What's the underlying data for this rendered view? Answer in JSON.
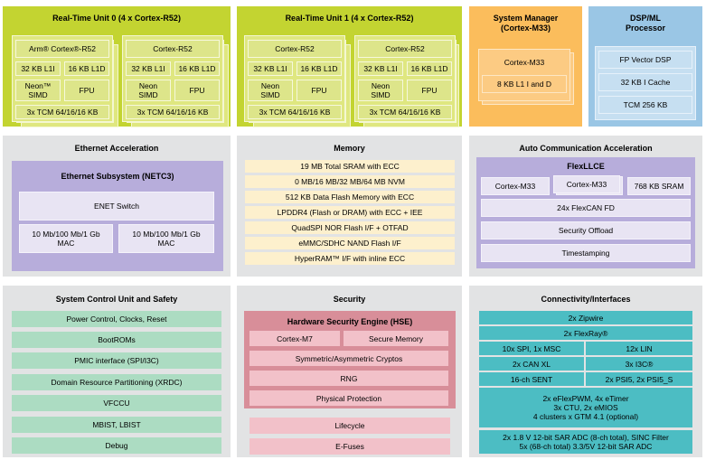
{
  "rtu0": {
    "title": "Real-Time Unit 0 (4 x Cortex-R52)",
    "core_a": {
      "name": "Arm® Cortex®-R52",
      "l1i": "32 KB L1I",
      "l1d": "16 KB L1D",
      "neon": "Neon™\nSIMD",
      "fpu": "FPU",
      "tcm": "3x TCM 64/16/16 KB"
    },
    "core_b": {
      "name": "Cortex-R52",
      "l1i": "32 KB L1I",
      "l1d": "16 KB L1D",
      "neon": "Neon\nSIMD",
      "fpu": "FPU",
      "tcm": "3x TCM 64/16/16 KB"
    }
  },
  "rtu1": {
    "title": "Real-Time Unit 1 (4 x Cortex-R52)",
    "core_a": {
      "name": "Cortex-R52",
      "l1i": "32 KB L1I",
      "l1d": "16 KB L1D",
      "neon": "Neon\nSIMD",
      "fpu": "FPU",
      "tcm": "3x TCM 64/16/16 KB"
    },
    "core_b": {
      "name": "Cortex-R52",
      "l1i": "32 KB L1I",
      "l1d": "16 KB L1D",
      "neon": "Neon\nSIMD",
      "fpu": "FPU",
      "tcm": "3x TCM 64/16/16 KB"
    }
  },
  "sysmgr": {
    "title": "System Manager\n(Cortex-M33)",
    "core": "Cortex-M33",
    "cache": "8 KB L1 I and D"
  },
  "dsp": {
    "title": "DSP/ML\nProcessor",
    "items": [
      "FP Vector DSP",
      "32 KB I Cache",
      "TCM 256 KB"
    ]
  },
  "ethernet": {
    "title": "Ethernet Acceleration",
    "subsystem": "Ethernet Subsystem (NETC3)",
    "switch": "ENET Switch",
    "mac1": "10 Mb/100 Mb/1 Gb\nMAC",
    "mac2": "10 Mb/100 Mb/1 Gb\nMAC"
  },
  "memory": {
    "title": "Memory",
    "items": [
      "19 MB Total SRAM with ECC",
      "0 MB/16 MB/32 MB/64 MB NVM",
      "512 KB Data Flash Memory with ECC",
      "LPDDR4 (Flash or DRAM) with ECC + IEE",
      "QuadSPI NOR Flash I/F + OTFAD",
      "eMMC/SDHC NAND Flash I/F",
      "HyperRAM™ I/F with inline ECC"
    ]
  },
  "autocomm": {
    "title": "Auto Communication Acceleration",
    "flexllce": "FlexLLCE",
    "m33a": "Cortex-M33",
    "m33b": "Cortex-M33",
    "sram": "768 KB SRAM",
    "flexcan": "24x FlexCAN FD",
    "offload": "Security Offload",
    "timestamp": "Timestamping"
  },
  "scu": {
    "title": "System Control Unit and Safety",
    "items": [
      "Power Control, Clocks, Reset",
      "BootROMs",
      "PMIC interface (SPI/I3C)",
      "Domain Resource Partitioning (XRDC)",
      "VFCCU",
      "MBIST, LBIST",
      "Debug"
    ]
  },
  "security": {
    "title": "Security",
    "hse": "Hardware Security Engine (HSE)",
    "m7": "Cortex-M7",
    "secmem": "Secure Memory",
    "crypto": "Symmetric/Asymmetric Cryptos",
    "rng": "RNG",
    "phys": "Physical Protection",
    "lifecycle": "Lifecycle",
    "efuses": "E-Fuses"
  },
  "conn": {
    "title": "Connectivity/Interfaces",
    "zipwire": "2x Zipwire",
    "flexray": "2x FlexRay®",
    "spi": "10x SPI, 1x MSC",
    "lin": "12x LIN",
    "can": "2x CAN XL",
    "i3c": "3x I3C®",
    "sent": "16-ch SENT",
    "psi": "2x PSI5, 2x PSI5_S",
    "pwm": "2x eFlexPWM, 4x eTimer\n3x CTU, 2x eMIOS\n4 clusters x GTM 4.1 (optional)",
    "adc": "2x 1.8 V 12-bit SAR ADC (8-ch total), SINC Filter\n5x (68-ch total) 3.3/5V 12-bit SAR ADC"
  },
  "colors": {
    "rtu": "#c3d431",
    "sysmgr": "#fbbd5c",
    "dsp": "#9ac6e5",
    "panel": "#e2e3e4",
    "purple": "#b7addb",
    "memory": "#fdf0cd",
    "scu": "#acdcc2",
    "hse": "#d88e99",
    "connectivity": "#4cbdc3"
  }
}
